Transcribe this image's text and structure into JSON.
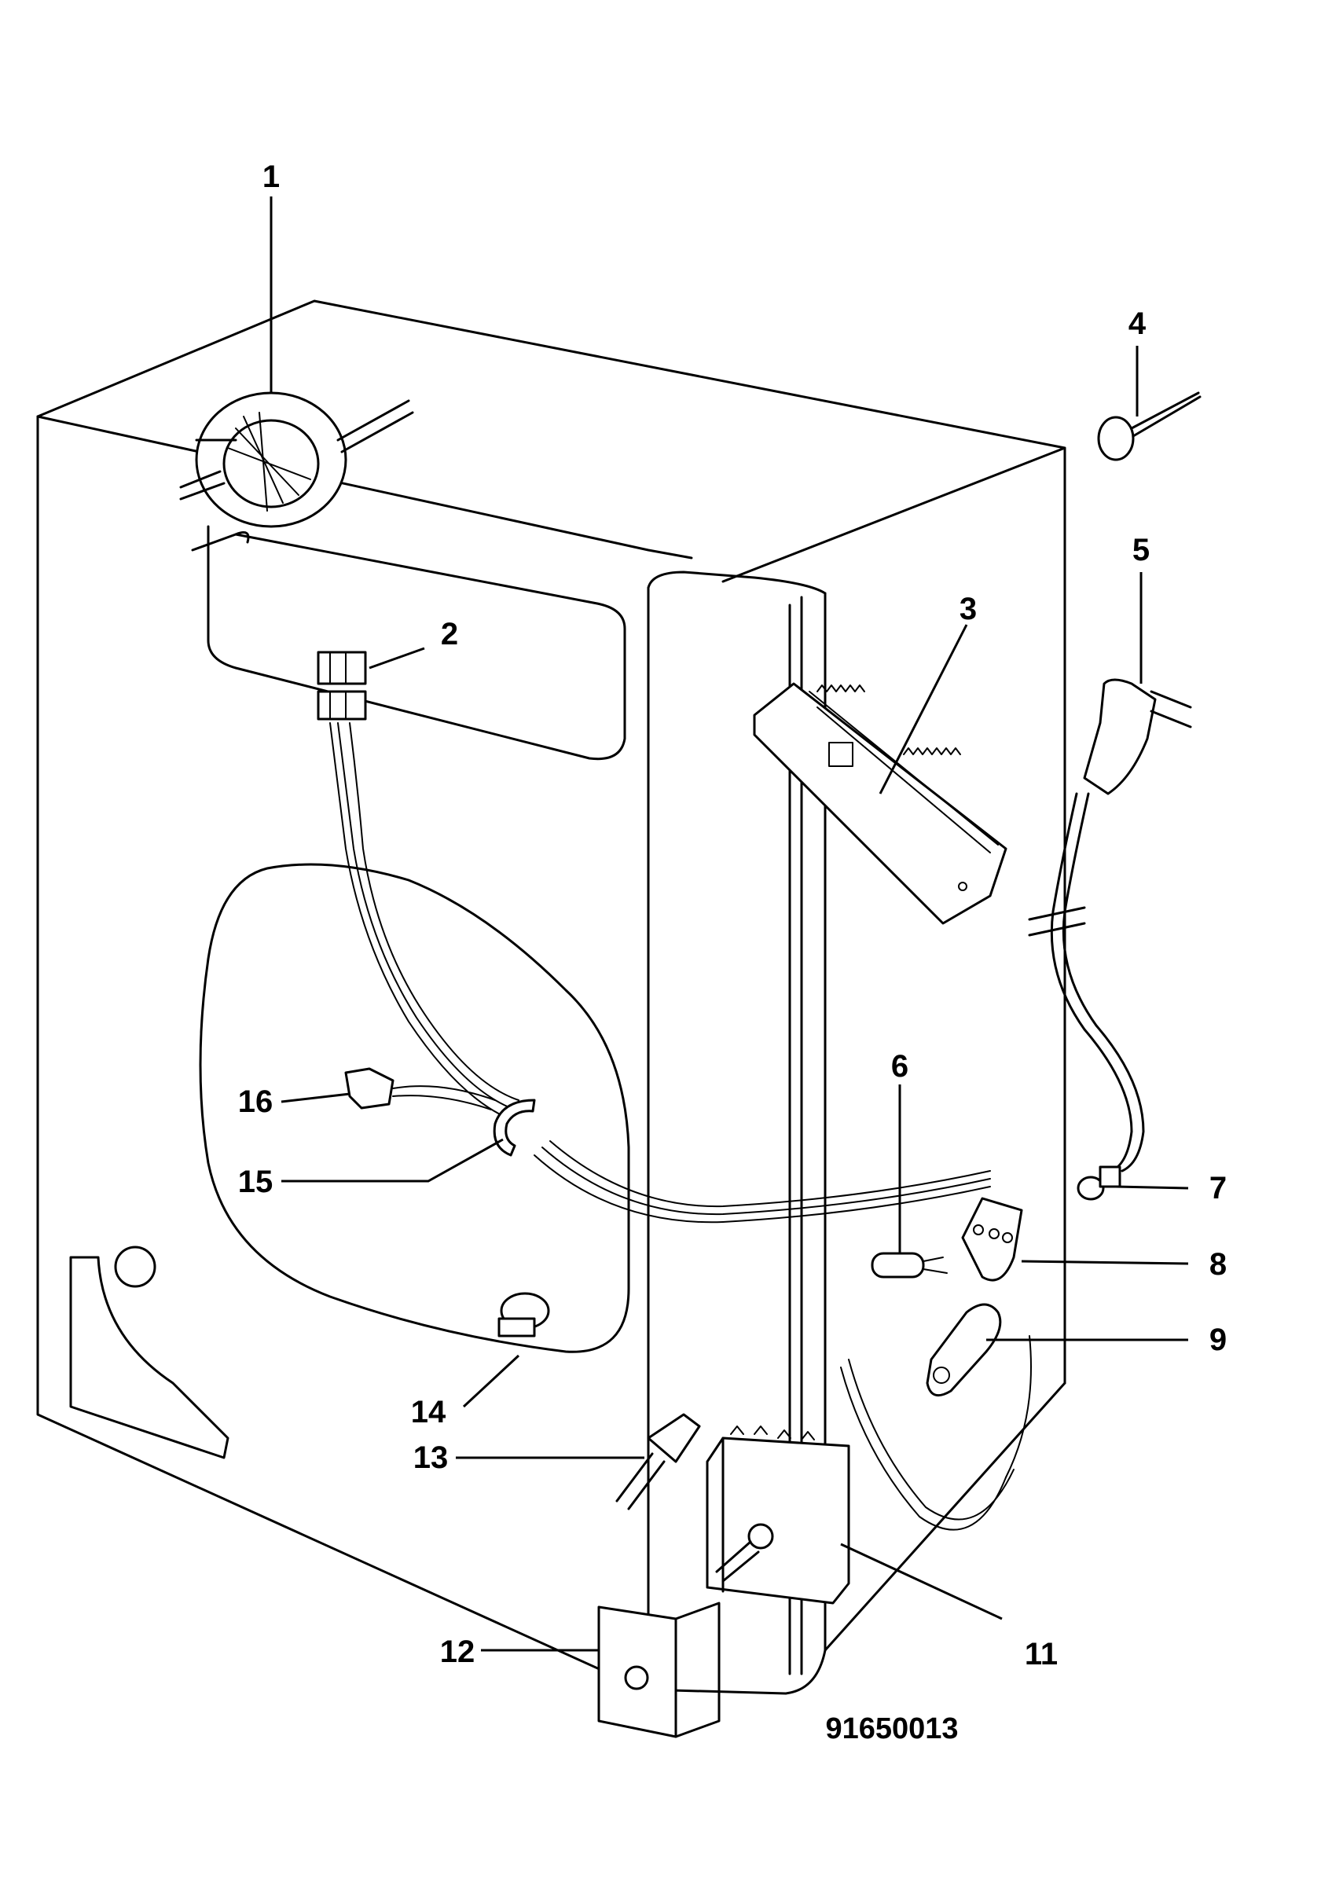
{
  "callouts": [
    {
      "id": "1",
      "text": "1"
    },
    {
      "id": "2",
      "text": "2"
    },
    {
      "id": "3",
      "text": "3"
    },
    {
      "id": "4",
      "text": "4"
    },
    {
      "id": "5",
      "text": "5"
    },
    {
      "id": "6",
      "text": "6"
    },
    {
      "id": "7",
      "text": "7"
    },
    {
      "id": "8",
      "text": "8"
    },
    {
      "id": "9",
      "text": "9"
    },
    {
      "id": "11",
      "text": "11"
    },
    {
      "id": "12",
      "text": "12"
    },
    {
      "id": "13",
      "text": "13"
    },
    {
      "id": "14",
      "text": "14"
    },
    {
      "id": "15",
      "text": "15"
    },
    {
      "id": "16",
      "text": "16"
    }
  ],
  "drawing_number": "91650013"
}
